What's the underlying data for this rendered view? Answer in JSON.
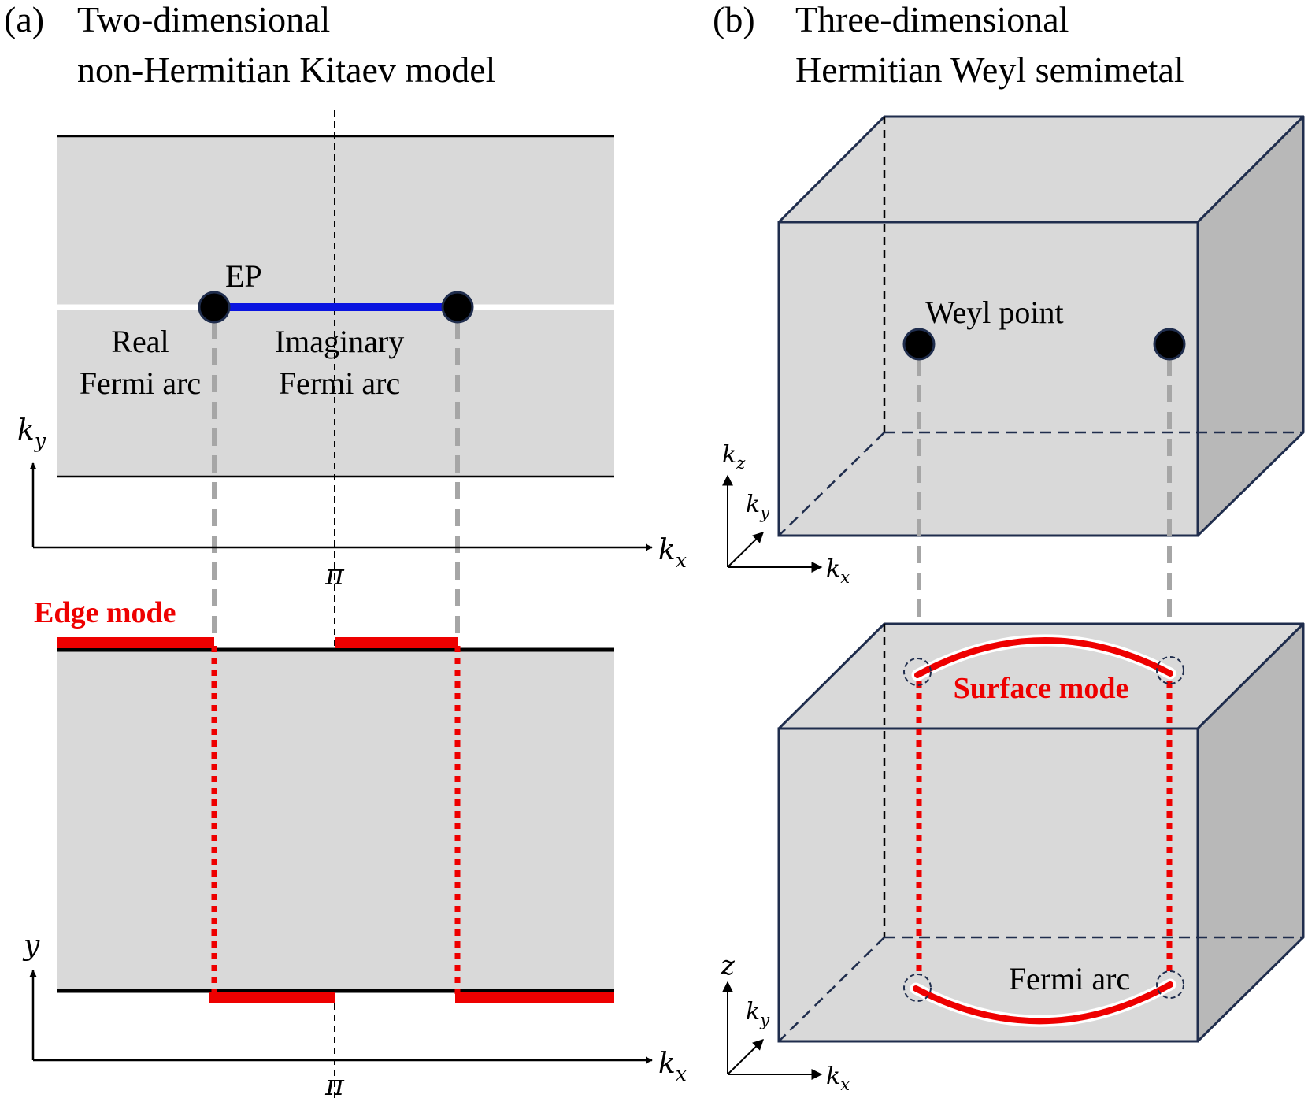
{
  "panel_a": {
    "tag": "(a)",
    "title_line1": "Two-dimensional",
    "title_line2": "non-Hermitian Kitaev model",
    "ep_label": "EP",
    "real_arc_line1": "Real",
    "real_arc_line2": "Fermi arc",
    "imag_arc_line1": "Imaginary",
    "imag_arc_line2": "Fermi arc",
    "edge_mode_label": "Edge mode",
    "top_axes": {
      "y_main": "k",
      "y_sub": "y",
      "x_main": "k",
      "x_sub": "x",
      "pi": "π"
    },
    "bottom_axes": {
      "y_main": "y",
      "x_main": "k",
      "x_sub": "x",
      "pi": "π"
    }
  },
  "panel_b": {
    "tag": "(b)",
    "title_line1": "Three-dimensional",
    "title_line2": "Hermitian Weyl semimetal",
    "weyl_label": "Weyl point",
    "surface_mode_label": "Surface mode",
    "fermi_arc_label": "Fermi arc",
    "top_axes": {
      "z_main": "k",
      "z_sub": "z",
      "y_main": "k",
      "y_sub": "y",
      "x_main": "k",
      "x_sub": "x"
    },
    "bottom_axes": {
      "z_main": "z",
      "y_main": "k",
      "y_sub": "y",
      "x_main": "k",
      "x_sub": "x"
    }
  },
  "colors": {
    "bulk_fill": "#d9d9d9",
    "side_face": "#b8b8b8",
    "box_edge": "#1f2d4d",
    "imaginary_arc": "#0a14e0",
    "edge_mode": "#ee0000",
    "projection_gray": "#a6a6a6"
  }
}
